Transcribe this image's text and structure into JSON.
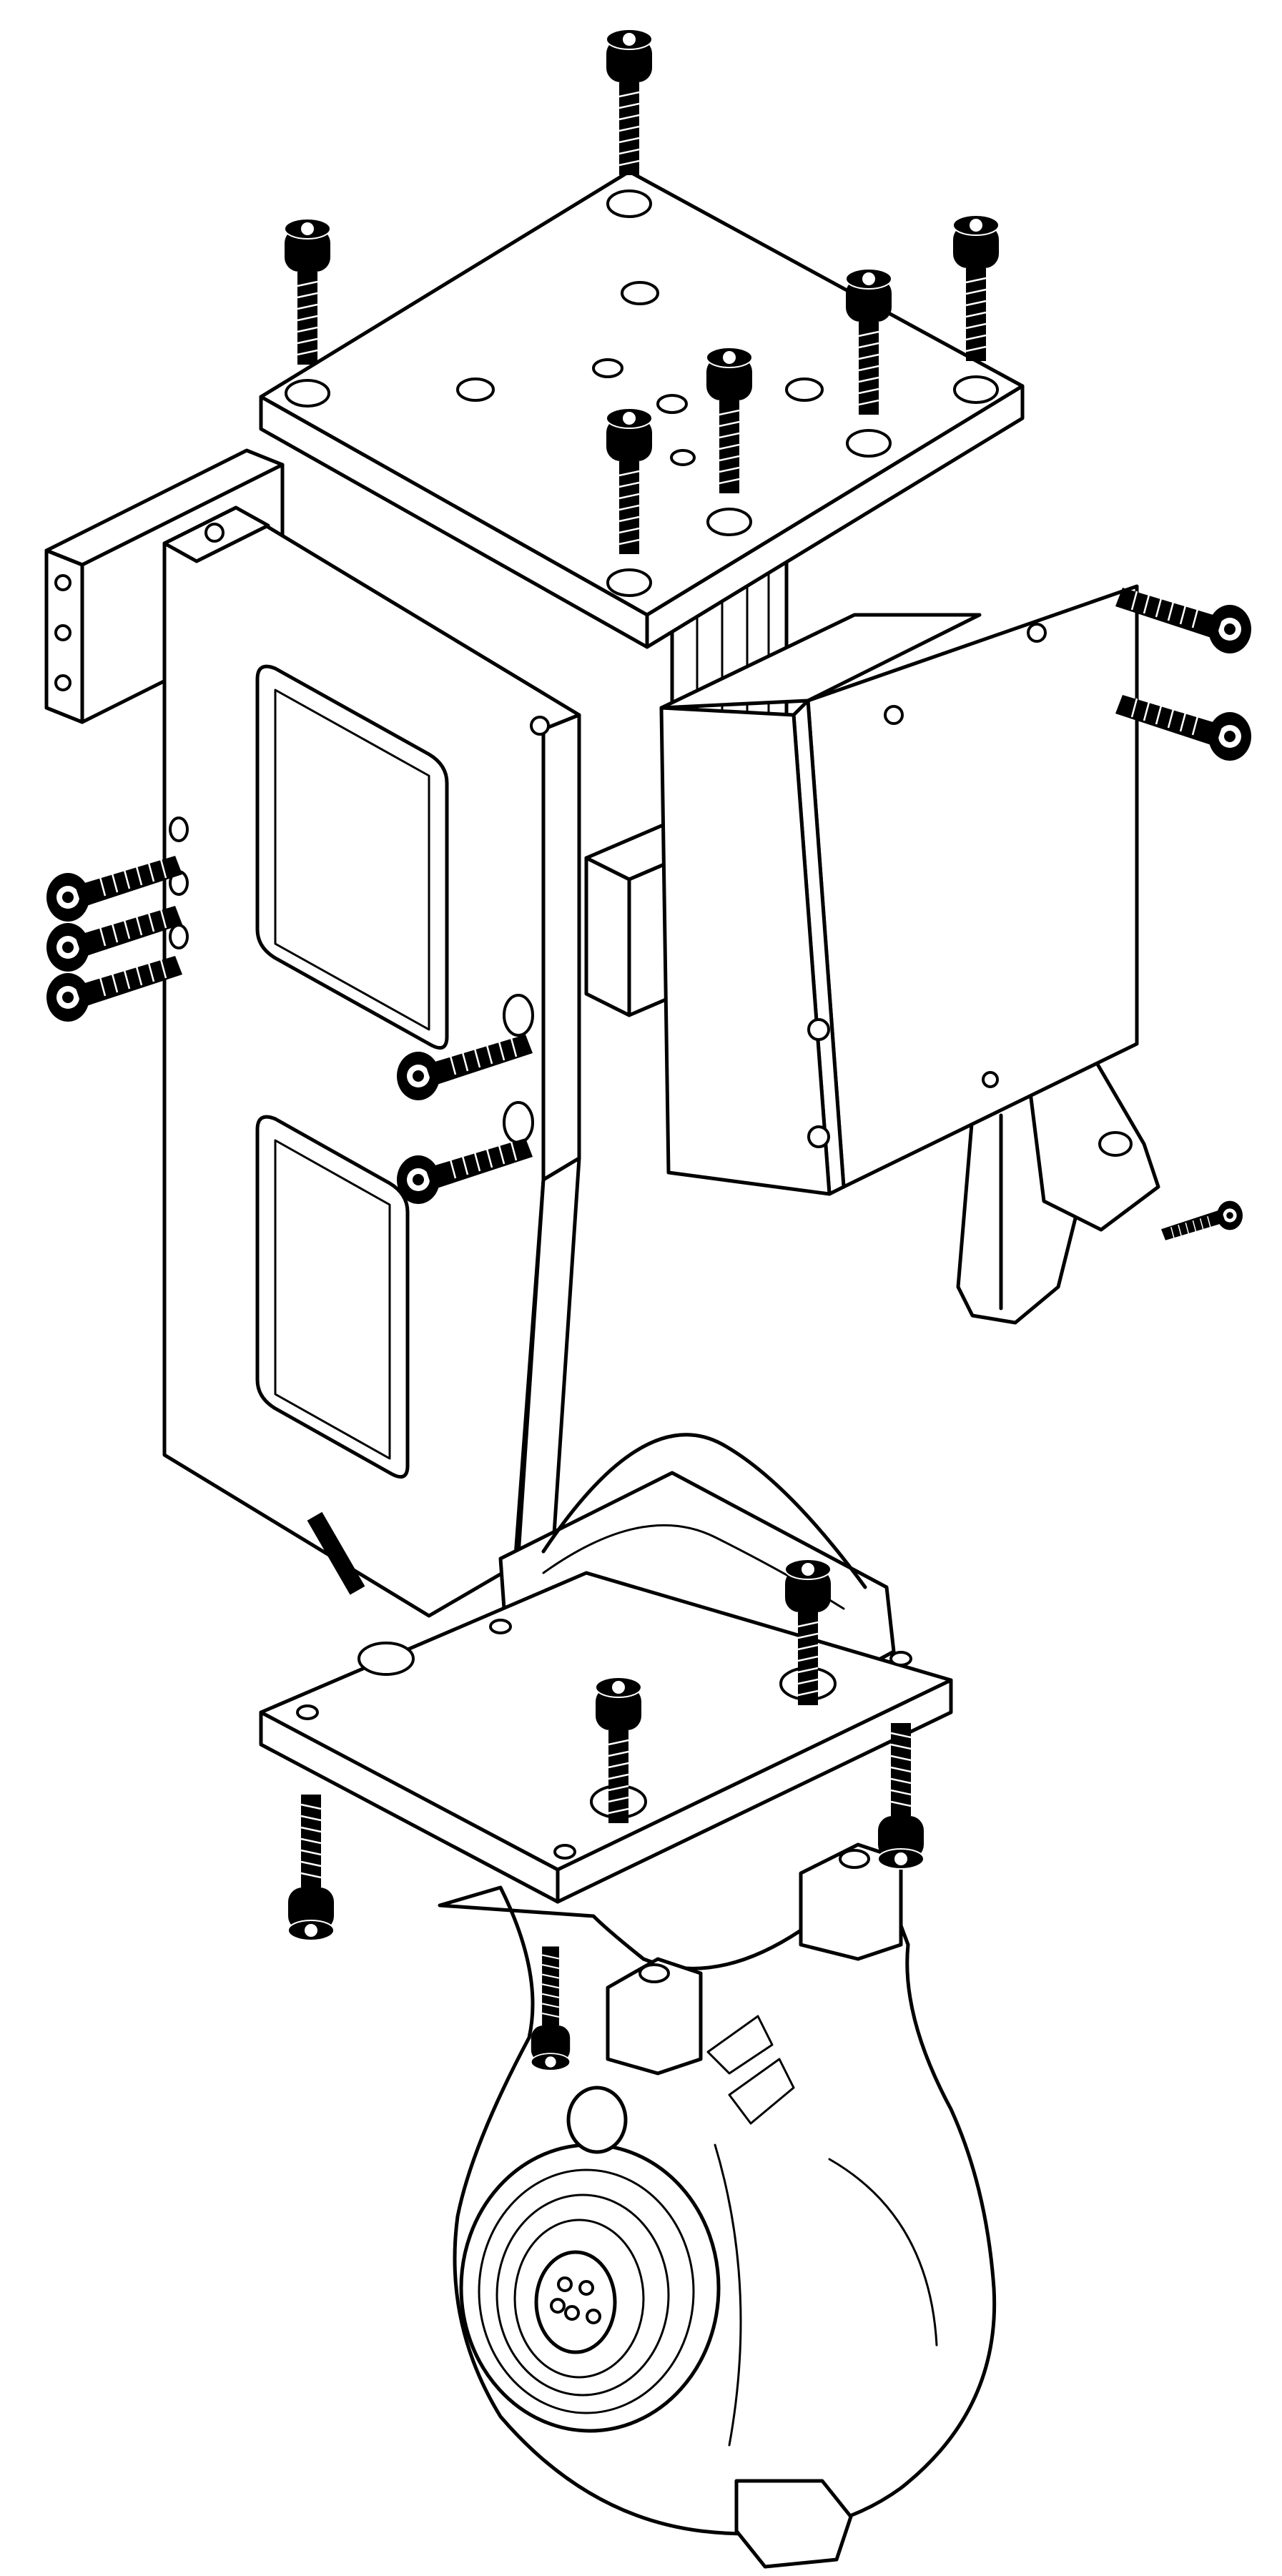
{
  "drawing": {
    "kind": "exploded-assembly-line-drawing",
    "colors": {
      "line": "#000000",
      "background": "#ffffff",
      "screw_fill": "#000000"
    },
    "parts": [
      {
        "name": "top-plate",
        "screws": 7
      },
      {
        "name": "left-side-frame",
        "screws": 2
      },
      {
        "name": "left-bracket-tab",
        "screws": 3
      },
      {
        "name": "right-clamp-block",
        "screws": 2
      },
      {
        "name": "cross-bar"
      },
      {
        "name": "extrusion-rail"
      },
      {
        "name": "cam-lever-clamp",
        "screws": 1
      },
      {
        "name": "base-cup"
      },
      {
        "name": "mount-plate",
        "screws": 4
      },
      {
        "name": "servo-gearbox-housing",
        "screws": 1
      }
    ],
    "icons": [
      "socket-head-cap-screw-icon",
      "plate-hole-icon"
    ]
  }
}
